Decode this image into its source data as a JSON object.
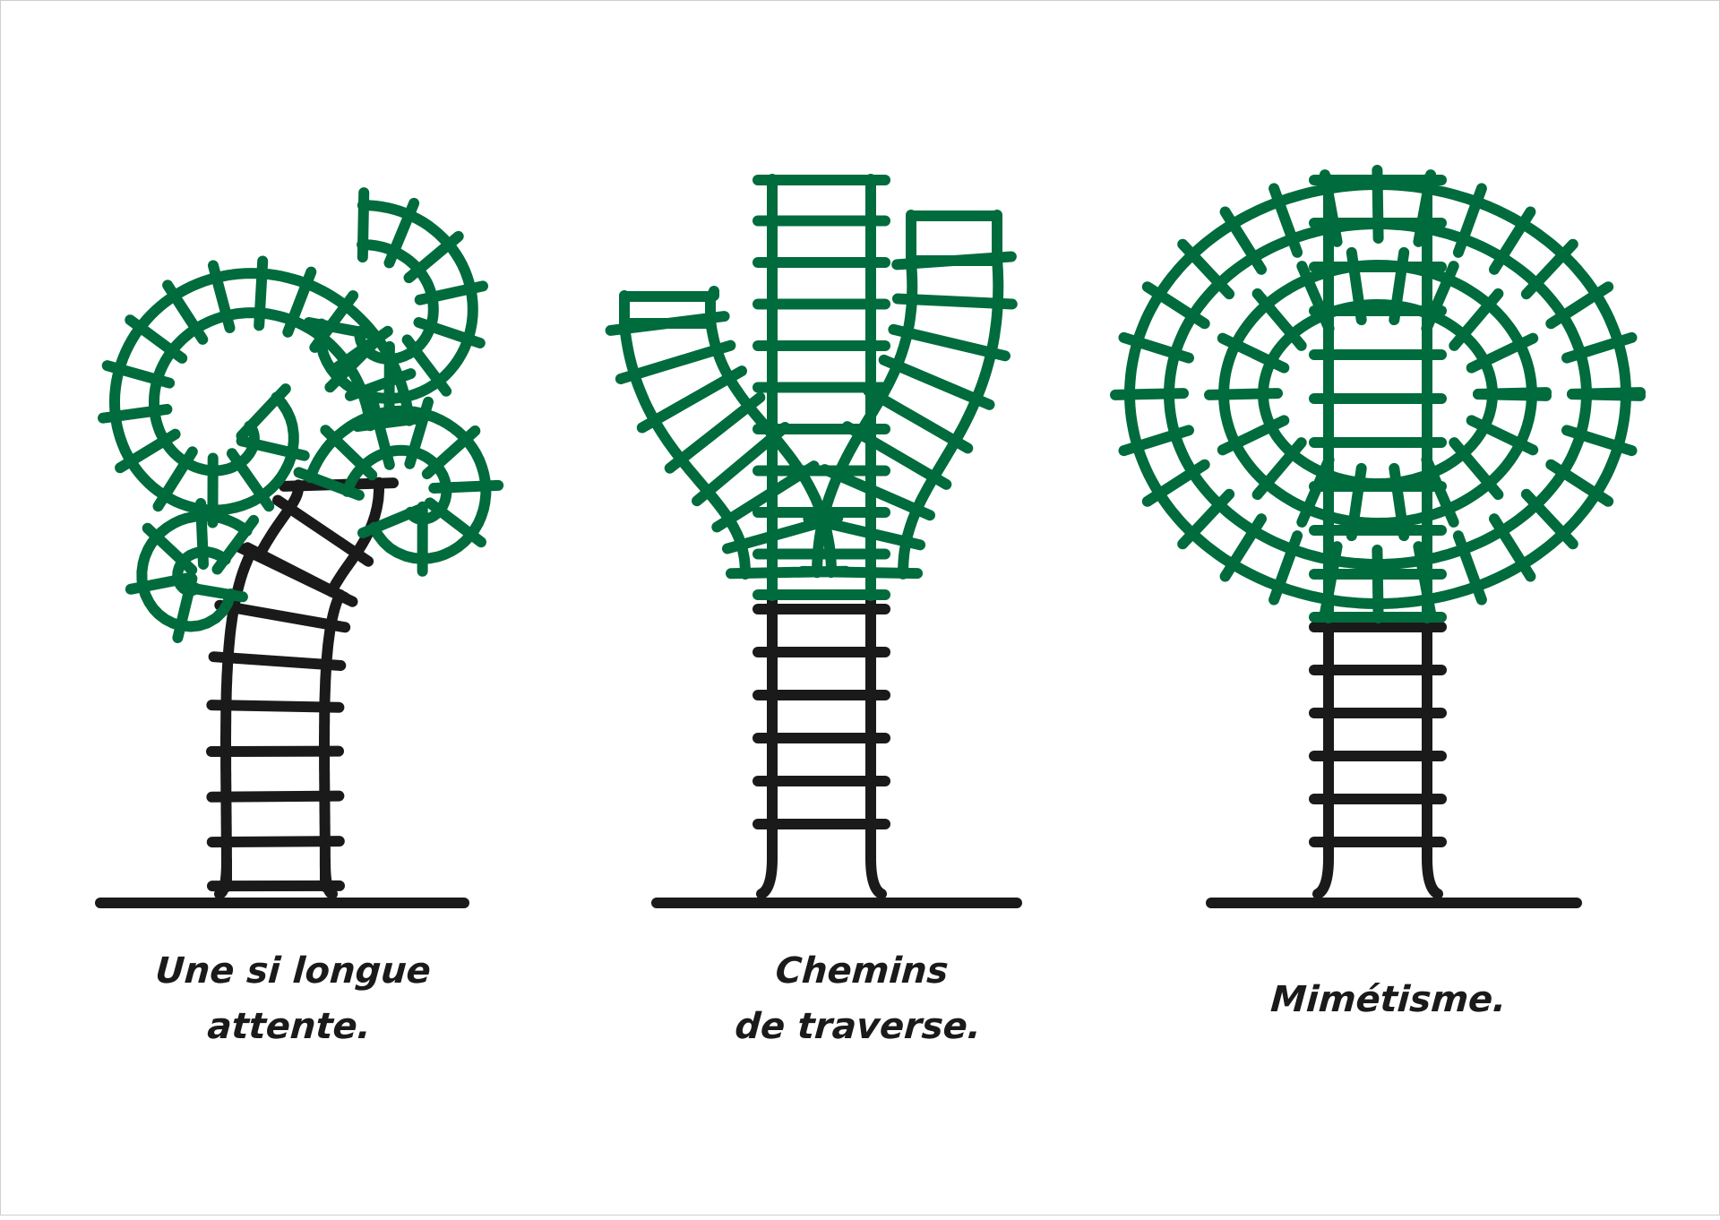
{
  "colors": {
    "foliage": "#006b3c",
    "trunk": "#1a1a1a",
    "background": "#ffffff"
  },
  "illustrations": [
    {
      "name": "curly-tree",
      "caption_lines": [
        "Une si longue",
        "attente."
      ]
    },
    {
      "name": "branching-tree",
      "caption_lines": [
        "Chemins",
        "de traverse."
      ]
    },
    {
      "name": "circular-tree",
      "caption_lines": [
        "Mimétisme."
      ]
    }
  ]
}
